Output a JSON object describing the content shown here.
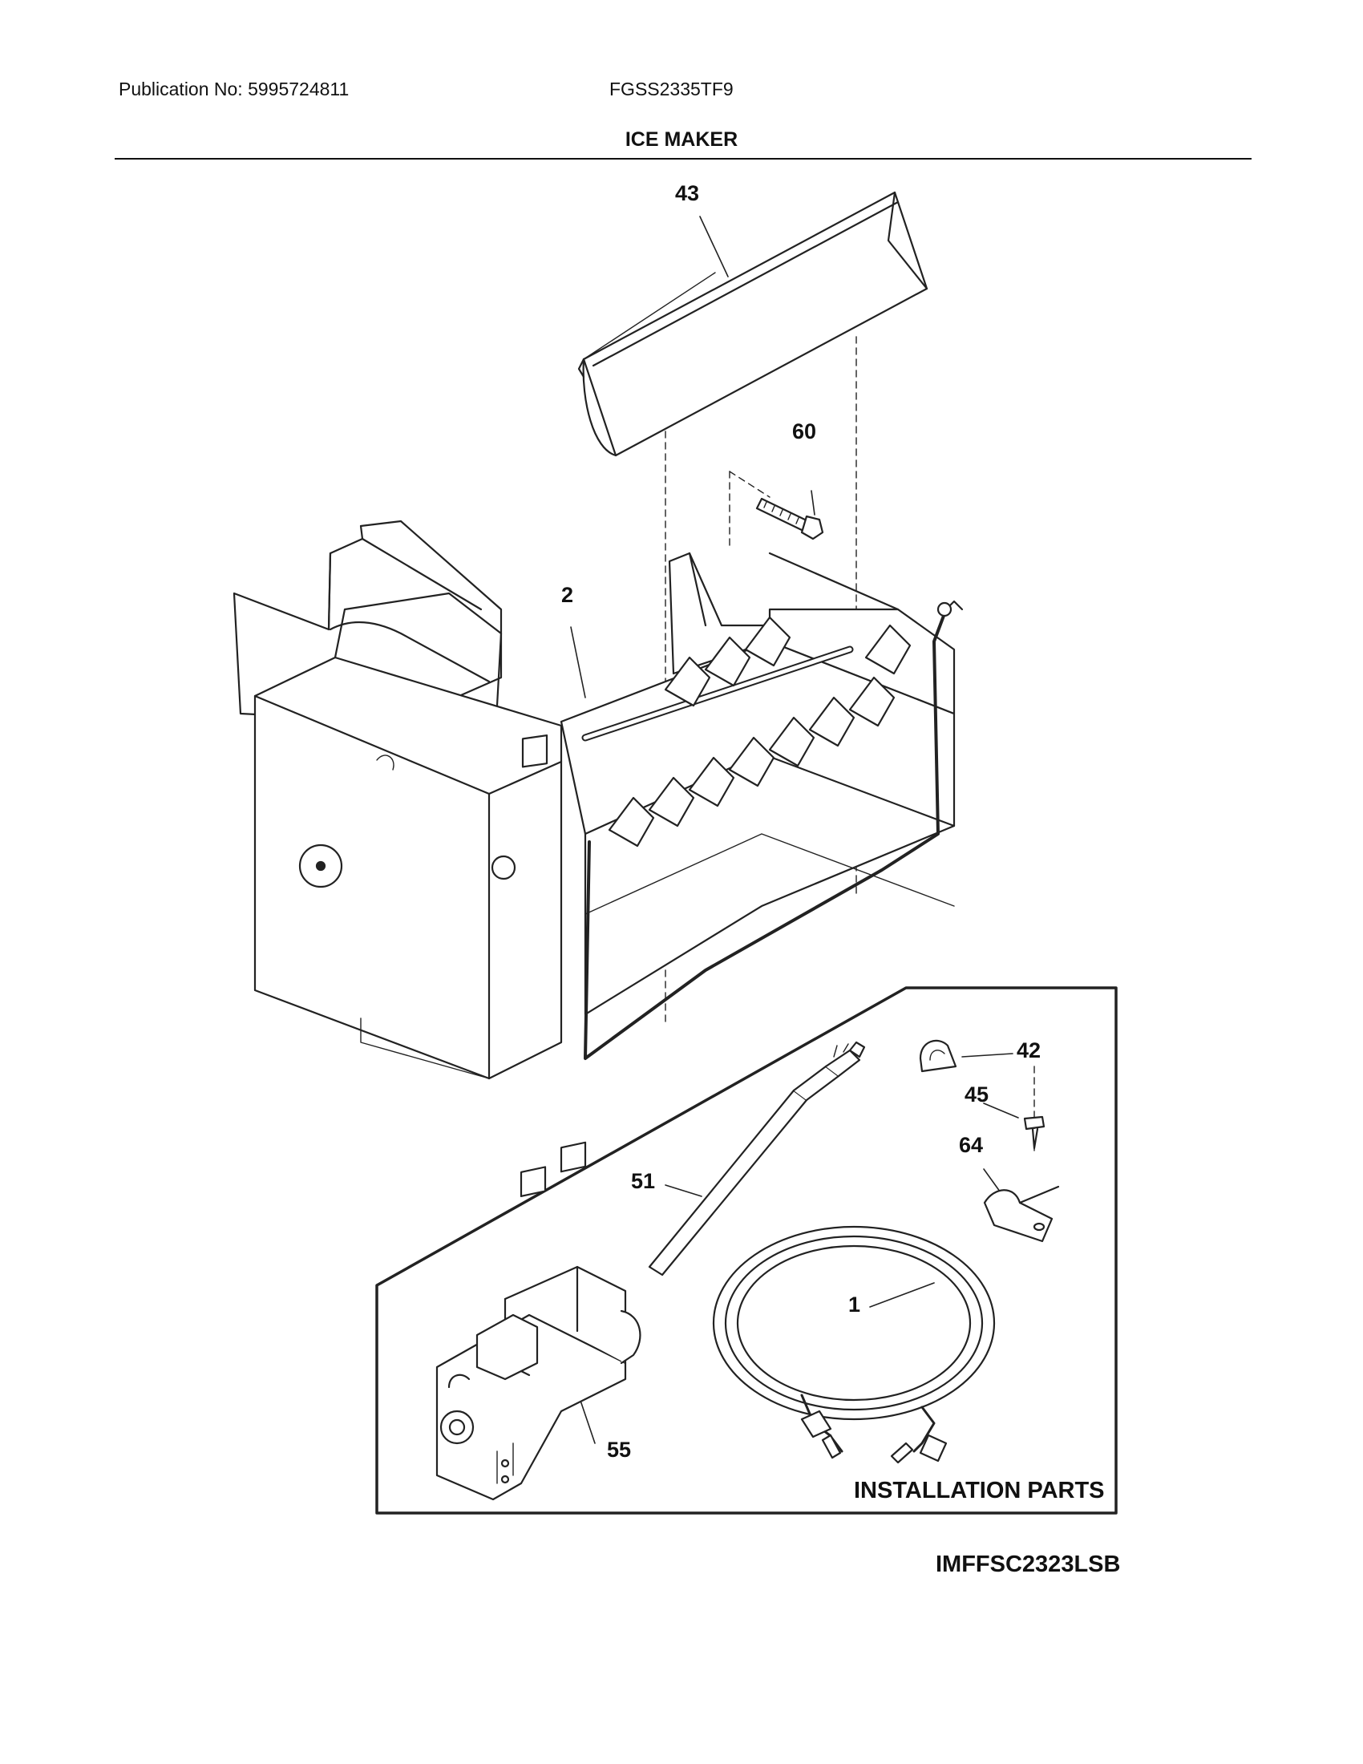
{
  "header": {
    "publication": "Publication No: 5995724811",
    "model": "FGSS2335TF9",
    "title": "ICE MAKER"
  },
  "callouts": {
    "c43": "43",
    "c60": "60",
    "c2": "2",
    "c42": "42",
    "c45": "45",
    "c64": "64",
    "c51": "51",
    "c1": "1",
    "c55": "55"
  },
  "inset": {
    "label": "INSTALLATION PARTS"
  },
  "footer": {
    "diagram_code": "IMFFSC2323LSB"
  }
}
